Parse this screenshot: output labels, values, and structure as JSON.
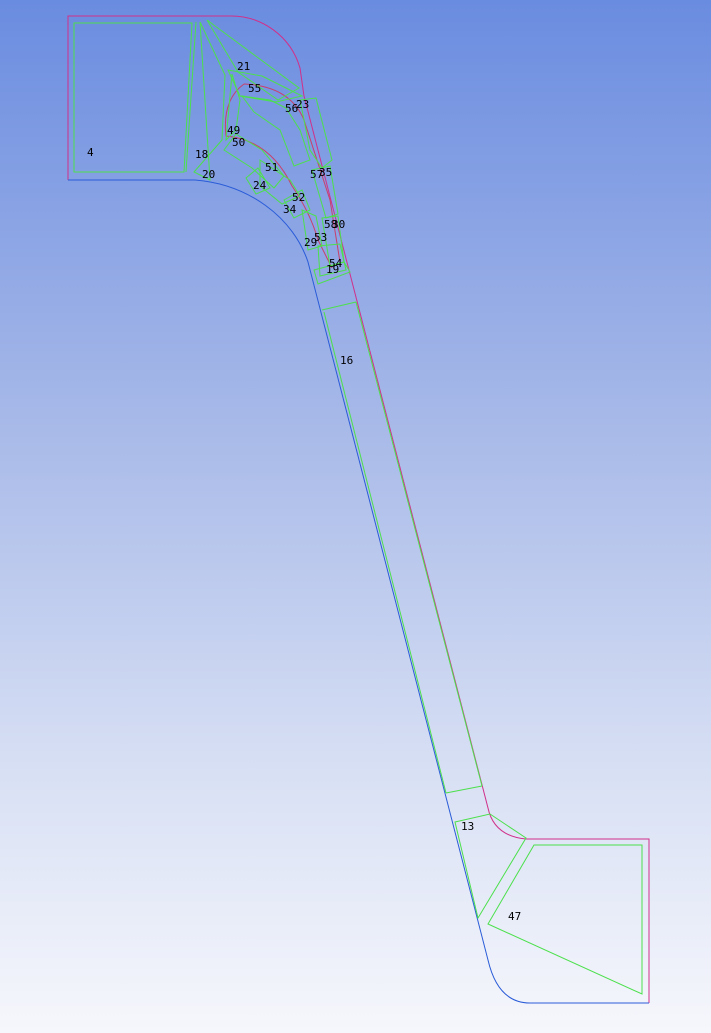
{
  "viewer": {
    "colors": {
      "background_top": "#6a8ce0",
      "background_bottom": "#f6f7fc",
      "face_edges": "#4ce04c",
      "outer_boundary": "#d0308a",
      "inner_boundary": "#2a5cd8",
      "curve": "#c8406a"
    }
  },
  "zone_labels": [
    {
      "id": "z4",
      "text": "4"
    },
    {
      "id": "z21",
      "text": "21"
    },
    {
      "id": "z55a",
      "text": "55"
    },
    {
      "id": "z56",
      "text": "56"
    },
    {
      "id": "z23",
      "text": "23"
    },
    {
      "id": "z49",
      "text": "49"
    },
    {
      "id": "z50",
      "text": "50"
    },
    {
      "id": "z18",
      "text": "18"
    },
    {
      "id": "z20",
      "text": "20"
    },
    {
      "id": "z51",
      "text": "51"
    },
    {
      "id": "z24",
      "text": "24"
    },
    {
      "id": "z57",
      "text": "57"
    },
    {
      "id": "z35",
      "text": "35"
    },
    {
      "id": "z52",
      "text": "52"
    },
    {
      "id": "z34",
      "text": "34"
    },
    {
      "id": "z58",
      "text": "58"
    },
    {
      "id": "z30",
      "text": "30"
    },
    {
      "id": "z53",
      "text": "53"
    },
    {
      "id": "z29",
      "text": "29"
    },
    {
      "id": "z54",
      "text": "54"
    },
    {
      "id": "z19",
      "text": "19"
    },
    {
      "id": "z16",
      "text": "16"
    },
    {
      "id": "z13",
      "text": "13"
    },
    {
      "id": "z47",
      "text": "47"
    }
  ]
}
